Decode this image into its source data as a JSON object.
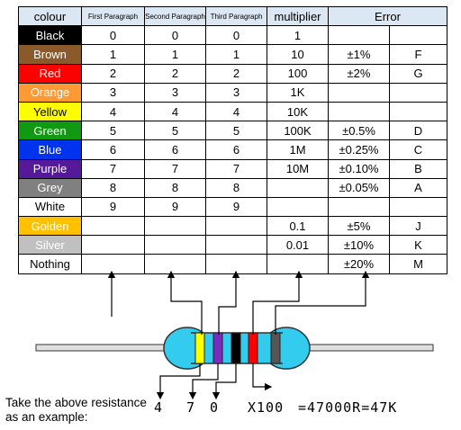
{
  "headers": {
    "colour": "colour",
    "first": "First Paragraph",
    "second": "Second Paragraph",
    "third": "Third Paragraph",
    "multiplier": "multiplier",
    "error": "Error"
  },
  "rows": [
    {
      "name": "Black",
      "bg": "#000000",
      "fg": "#ffffff",
      "first": "0",
      "second": "0",
      "third": "0",
      "multiplier": "1",
      "tolerance": "",
      "code": ""
    },
    {
      "name": "Brown",
      "bg": "#8b5a2b",
      "fg": "#ffffff",
      "first": "1",
      "second": "1",
      "third": "1",
      "multiplier": "10",
      "tolerance": "±1%",
      "code": "F"
    },
    {
      "name": "Red",
      "bg": "#ff0000",
      "fg": "#ffffff",
      "first": "2",
      "second": "2",
      "third": "2",
      "multiplier": "100",
      "tolerance": "±2%",
      "code": "G"
    },
    {
      "name": "Orange",
      "bg": "#ff9933",
      "fg": "#ffffff",
      "first": "3",
      "second": "3",
      "third": "3",
      "multiplier": "1K",
      "tolerance": "",
      "code": ""
    },
    {
      "name": "Yellow",
      "bg": "#ffff00",
      "fg": "#000000",
      "first": "4",
      "second": "4",
      "third": "4",
      "multiplier": "10K",
      "tolerance": "",
      "code": ""
    },
    {
      "name": "Green",
      "bg": "#119911",
      "fg": "#ffffff",
      "first": "5",
      "second": "5",
      "third": "5",
      "multiplier": "100K",
      "tolerance": "±0.5%",
      "code": "D"
    },
    {
      "name": "Blue",
      "bg": "#0033ee",
      "fg": "#ffffff",
      "first": "6",
      "second": "6",
      "third": "6",
      "multiplier": "1M",
      "tolerance": "±0.25%",
      "code": "C"
    },
    {
      "name": "Purple",
      "bg": "#551a99",
      "fg": "#ffffff",
      "first": "7",
      "second": "7",
      "third": "7",
      "multiplier": "10M",
      "tolerance": "±0.10%",
      "code": "B"
    },
    {
      "name": "Grey",
      "bg": "#808080",
      "fg": "#ffffff",
      "first": "8",
      "second": "8",
      "third": "8",
      "multiplier": "",
      "tolerance": "±0.05%",
      "code": "A"
    },
    {
      "name": "White",
      "bg": "#ffffff",
      "fg": "#000000",
      "first": "9",
      "second": "9",
      "third": "9",
      "multiplier": "",
      "tolerance": "",
      "code": ""
    },
    {
      "name": "Golden",
      "bg": "#ffc000",
      "fg": "#ffffff",
      "first": "",
      "second": "",
      "third": "",
      "multiplier": "0.1",
      "tolerance": "±5%",
      "code": "J"
    },
    {
      "name": "Silver",
      "bg": "#c0c0c0",
      "fg": "#ffffff",
      "first": "",
      "second": "",
      "third": "",
      "multiplier": "0.01",
      "tolerance": "±10%",
      "code": "K"
    },
    {
      "name": "Nothing",
      "bg": "#ffffff",
      "fg": "#000000",
      "first": "",
      "second": "",
      "third": "",
      "multiplier": "",
      "tolerance": "±20%",
      "code": "M"
    }
  ],
  "resistor": {
    "body_color": "#33ccee",
    "lead_color": "#e0e0e0",
    "bands": [
      "#ffff00",
      "#7b2cc0",
      "#000000",
      "#ff0000",
      "#555555"
    ]
  },
  "example": {
    "caption_line1": "Take the above resistance",
    "caption_line2": "as an example:",
    "digit1": "4",
    "digit2": "7",
    "digit3": "0",
    "multiplier": "X100",
    "result": "=47000R=47K"
  }
}
